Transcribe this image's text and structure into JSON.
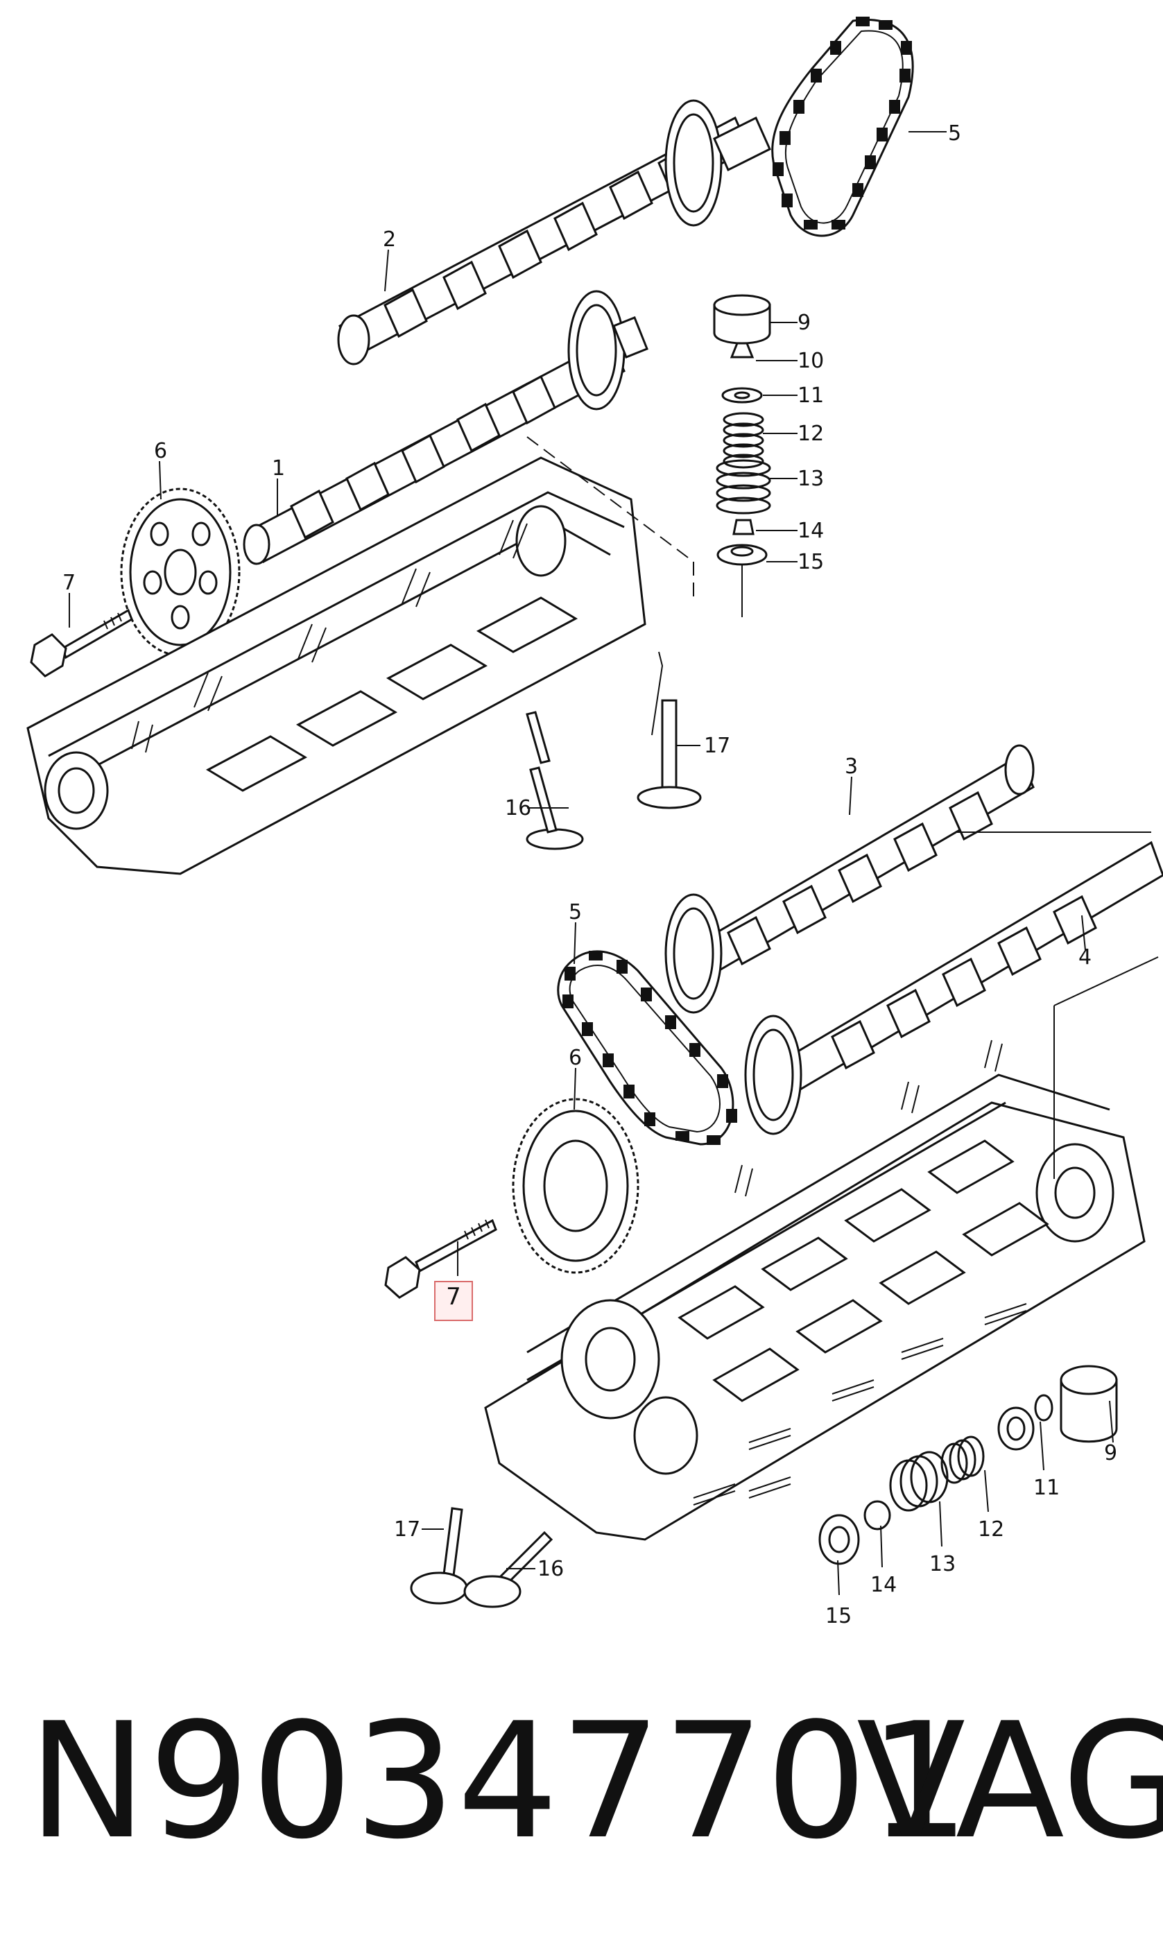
{
  "diagram": {
    "callouts": {
      "c1": "1",
      "c2": "2",
      "c3": "3",
      "c4": "4",
      "c5a": "5",
      "c5b": "5",
      "c6a": "6",
      "c6b": "6",
      "c7a": "7",
      "c9a": "9",
      "c9b": "9",
      "c10": "10",
      "c11a": "11",
      "c11b": "11",
      "c12a": "12",
      "c12b": "12",
      "c13a": "13",
      "c13b": "13",
      "c14a": "14",
      "c14b": "14",
      "c15a": "15",
      "c15b": "15",
      "c16a": "16",
      "c16b": "16",
      "c17a": "17",
      "c17b": "17"
    },
    "highlighted_callout": "7"
  },
  "footer": {
    "part_number": "N90347701",
    "brand": "VAG"
  }
}
